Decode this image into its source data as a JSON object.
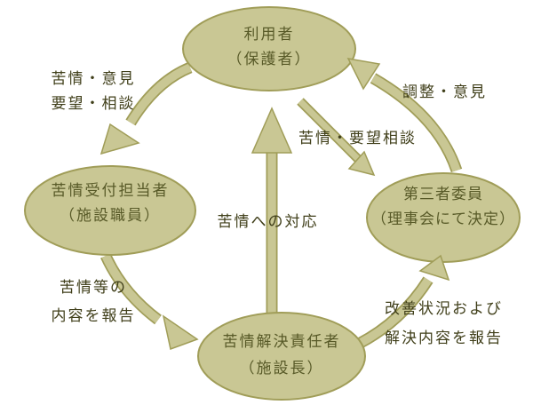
{
  "colors": {
    "background": "#ffffff",
    "shape_fill": "#c9c794",
    "shape_edge": "#a09d58",
    "node_text": "#585a28",
    "label_text": "#403f1a"
  },
  "nodes": {
    "user": {
      "line1": "利用者",
      "line2": "（保護者）"
    },
    "receptionist": {
      "line1": "苦情受付担当者",
      "line2": "（施設職員）"
    },
    "third_party": {
      "line1": "第三者委員",
      "line2": "（理事会にて決定）"
    },
    "resolver": {
      "line1": "苦情解決責任者",
      "line2": "（施設長）"
    }
  },
  "labels": {
    "complaint_opinion": {
      "line1": "苦情・意見",
      "line2": "要望・相談"
    },
    "adjustment_opinion": "調整・意見",
    "complaint_request_consult": "苦情・要望相談",
    "response_to_complaint": "苦情への対応",
    "report_complaint": {
      "line1": "苦情等の",
      "line2": "内容を報告"
    },
    "report_improvement": {
      "line1": "改善状況および",
      "line2": "解決内容を報告"
    }
  },
  "arrows": [
    {
      "from": "利用者（保護者）",
      "to": "苦情受付担当者（施設職員）",
      "label": "苦情・意見 要望・相談"
    },
    {
      "from": "苦情受付担当者（施設職員）",
      "to": "苦情解決責任者（施設長）",
      "label": "苦情等の内容を報告"
    },
    {
      "from": "苦情解決責任者（施設長）",
      "to": "第三者委員（理事会にて決定）",
      "label": "改善状況および解決内容を報告"
    },
    {
      "from": "第三者委員（理事会にて決定）",
      "to": "利用者（保護者）",
      "label": "調整・意見"
    },
    {
      "from": "利用者（保護者）",
      "to": "第三者委員（理事会にて決定）",
      "label": "苦情・要望相談"
    },
    {
      "from": "苦情解決責任者（施設長）",
      "to": "利用者（保護者）",
      "label": "苦情への対応"
    }
  ]
}
